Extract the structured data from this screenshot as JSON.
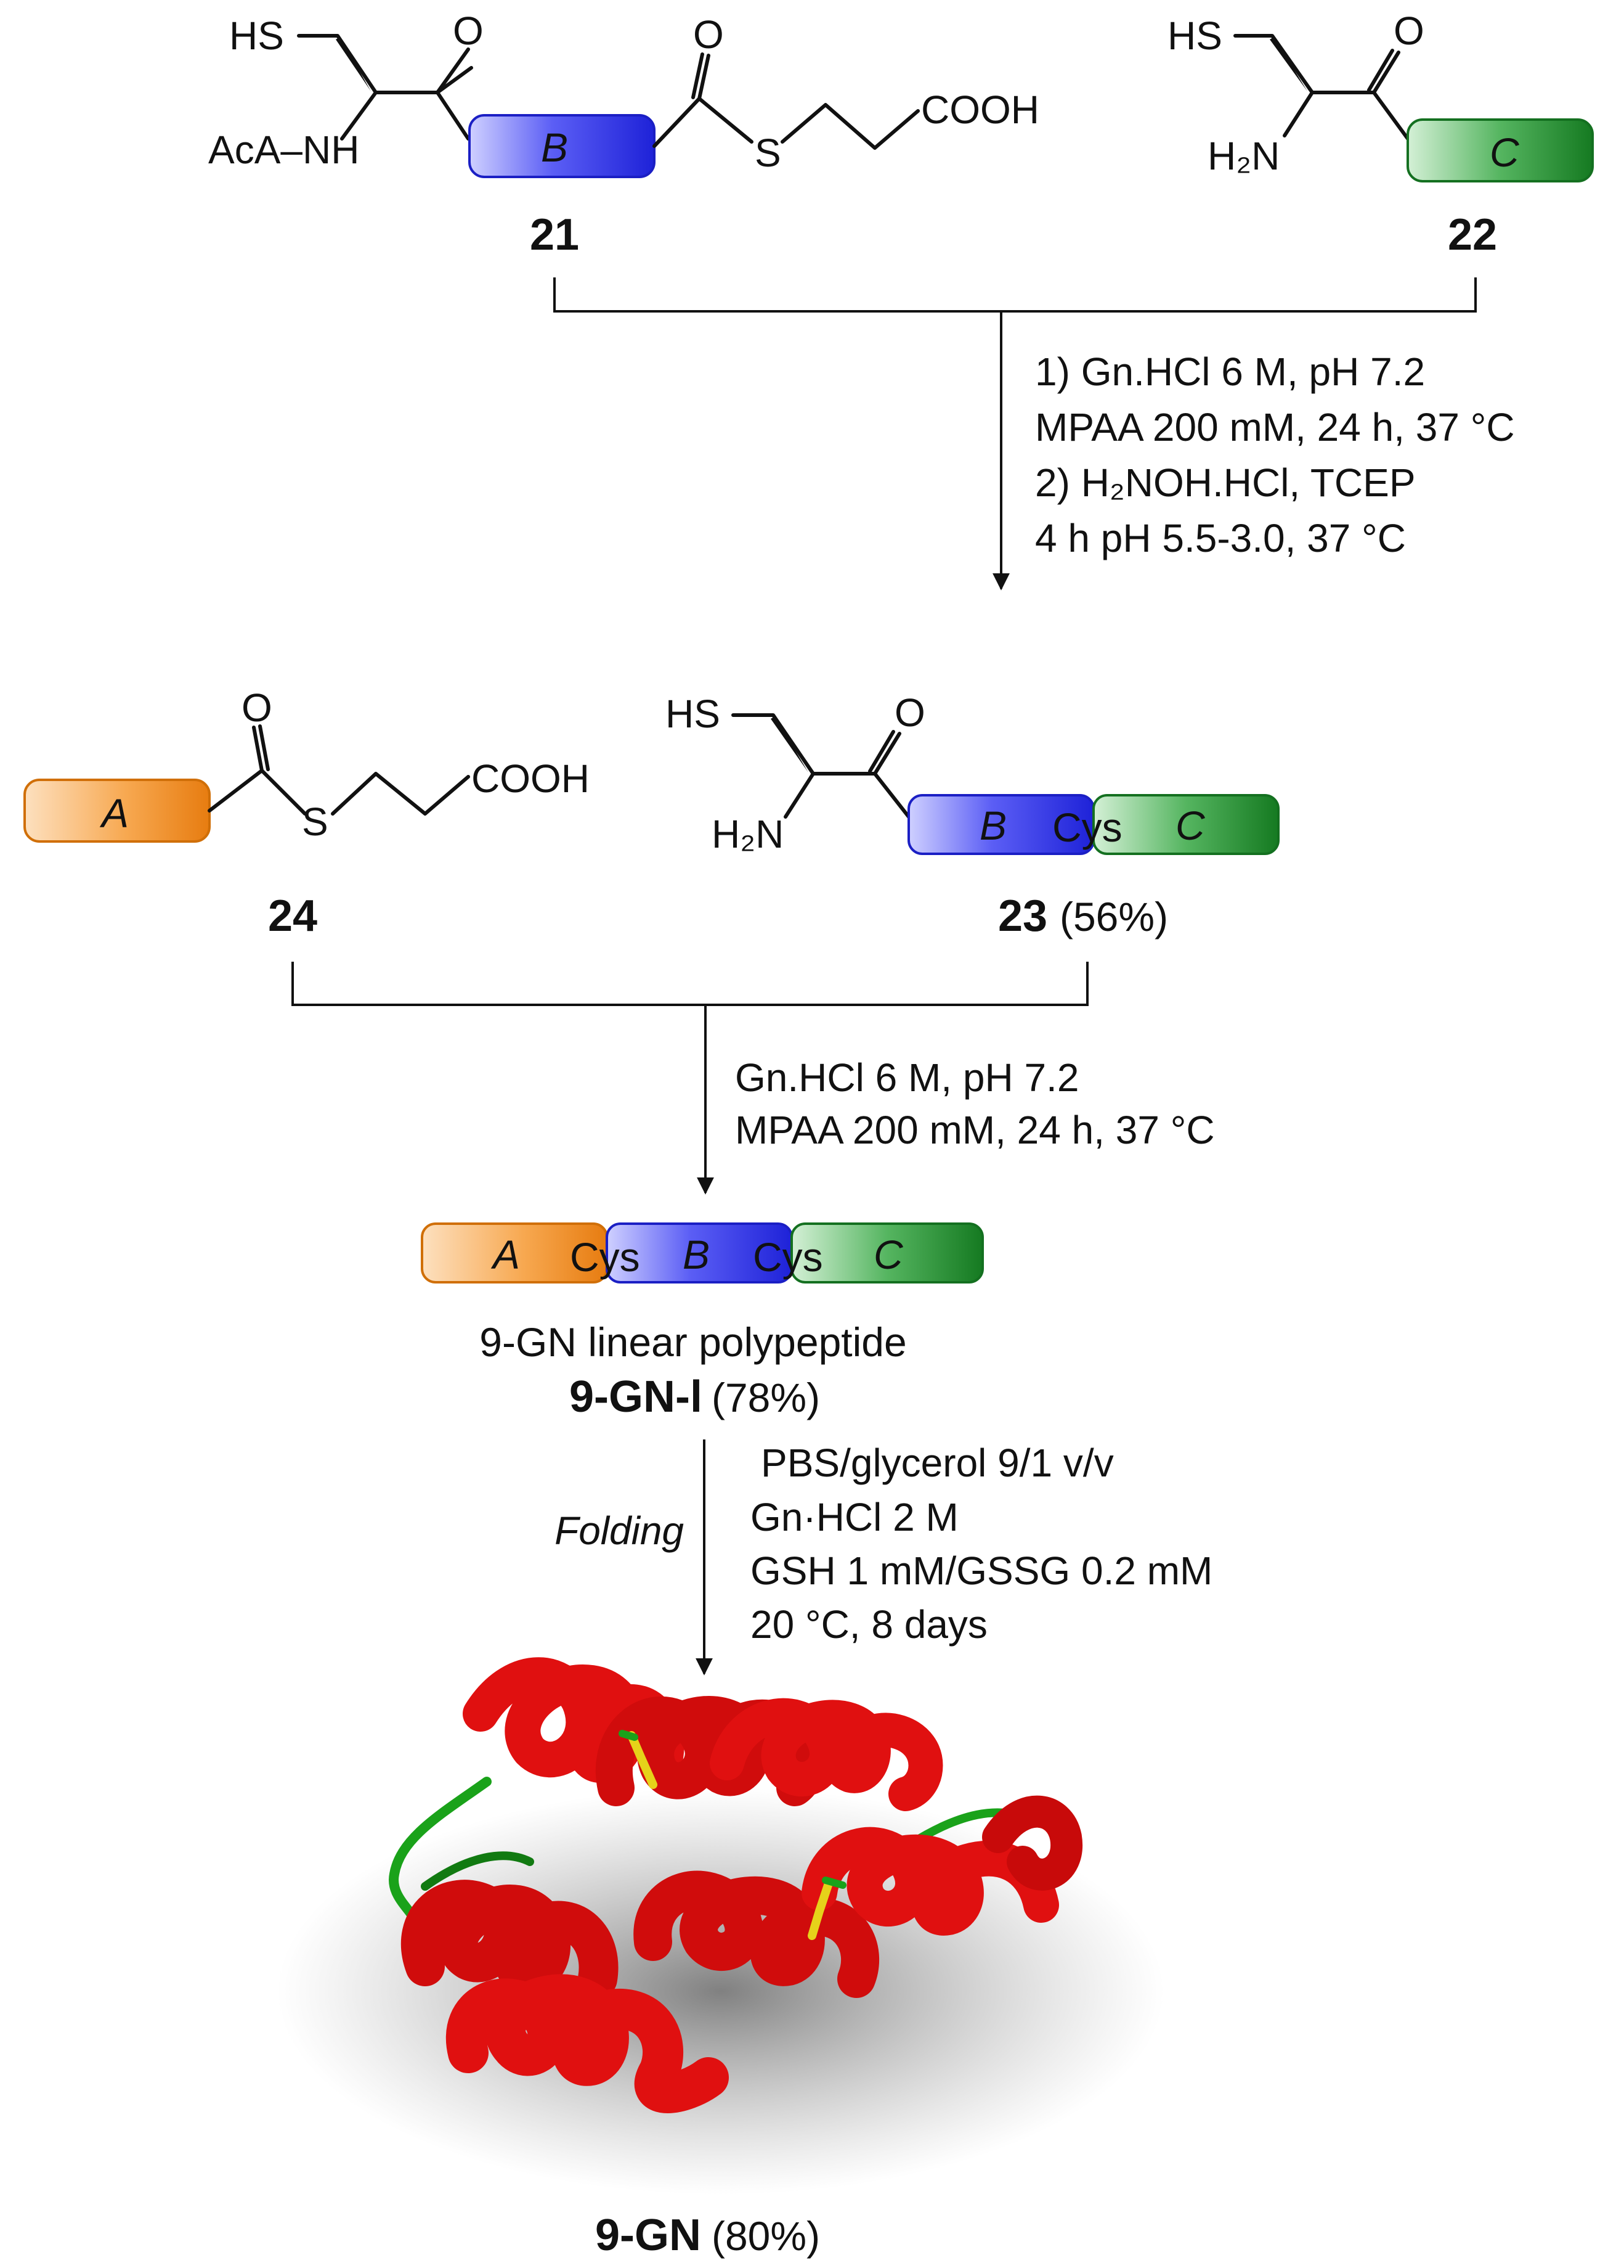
{
  "colors": {
    "segment_a": "#f28c1e",
    "segment_b": "#2a2ee8",
    "segment_c": "#1f8a2c",
    "protein_helix": "#e01010",
    "protein_loop": "#1aa21a",
    "disulfide": "#e6d21a"
  },
  "atoms": {
    "hs": "HS",
    "o": "O",
    "s": "S",
    "cooh": "COOH",
    "aca_nh": "AcA–NH",
    "h2n": "H₂N",
    "h": "H"
  },
  "segments": {
    "a": "A",
    "b": "B",
    "c": "C",
    "cys": "Cys"
  },
  "compounds": {
    "c21": "21",
    "c22": "22",
    "c23": "23",
    "c23_yield": "(56%)",
    "c24": "24",
    "linear_caption": "9-GN linear polypeptide",
    "linear_label": "9-GN-l",
    "linear_yield": "(78%)",
    "final_label": "9-GN",
    "final_yield": "(80%)"
  },
  "steps": {
    "step1": [
      "1) Gn.HCl 6 M, pH 7.2",
      "MPAA 200 mM, 24 h, 37 °C",
      "2) H₂NOH.HCl, TCEP",
      "4 h pH 5.5-3.0, 37 °C"
    ],
    "step2": [
      "Gn.HCl 6 M, pH 7.2",
      "MPAA 200 mM, 24 h, 37 °C"
    ],
    "step3_label": "Folding",
    "step3": [
      "PBS/glycerol 9/1 v/v",
      "Gn·HCl 2 M",
      "GSH 1 mM/GSSG 0.2 mM",
      "20 °C, 8 days"
    ]
  }
}
